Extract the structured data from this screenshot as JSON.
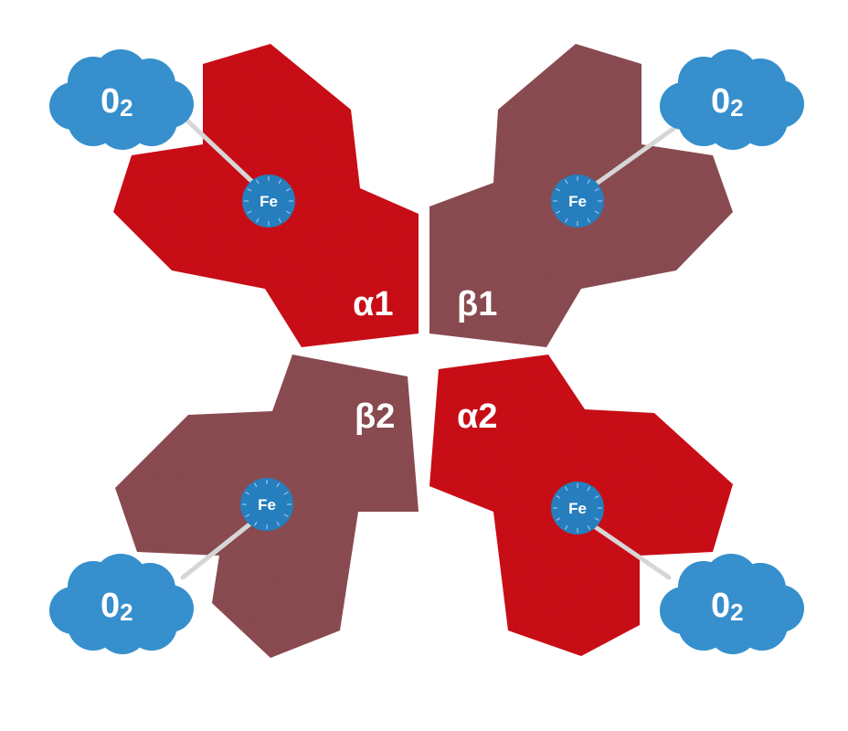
{
  "colors": {
    "alpha": "#d0191c",
    "beta": "#8f5055",
    "iron": "#2a84c6",
    "oxygen": "#3a96d6",
    "bond": "#d6d6d6",
    "label": "#ffffff"
  },
  "subunits": [
    {
      "id": "alpha1",
      "greek": "α",
      "num": "1",
      "chain": "alpha"
    },
    {
      "id": "beta1",
      "greek": "β",
      "num": "1",
      "chain": "beta"
    },
    {
      "id": "beta2",
      "greek": "β",
      "num": "2",
      "chain": "beta"
    },
    {
      "id": "alpha2",
      "greek": "α",
      "num": "2",
      "chain": "alpha"
    }
  ],
  "heme": {
    "label": "Fe"
  },
  "oxygen": {
    "symbol": "0",
    "subscript": "2"
  }
}
